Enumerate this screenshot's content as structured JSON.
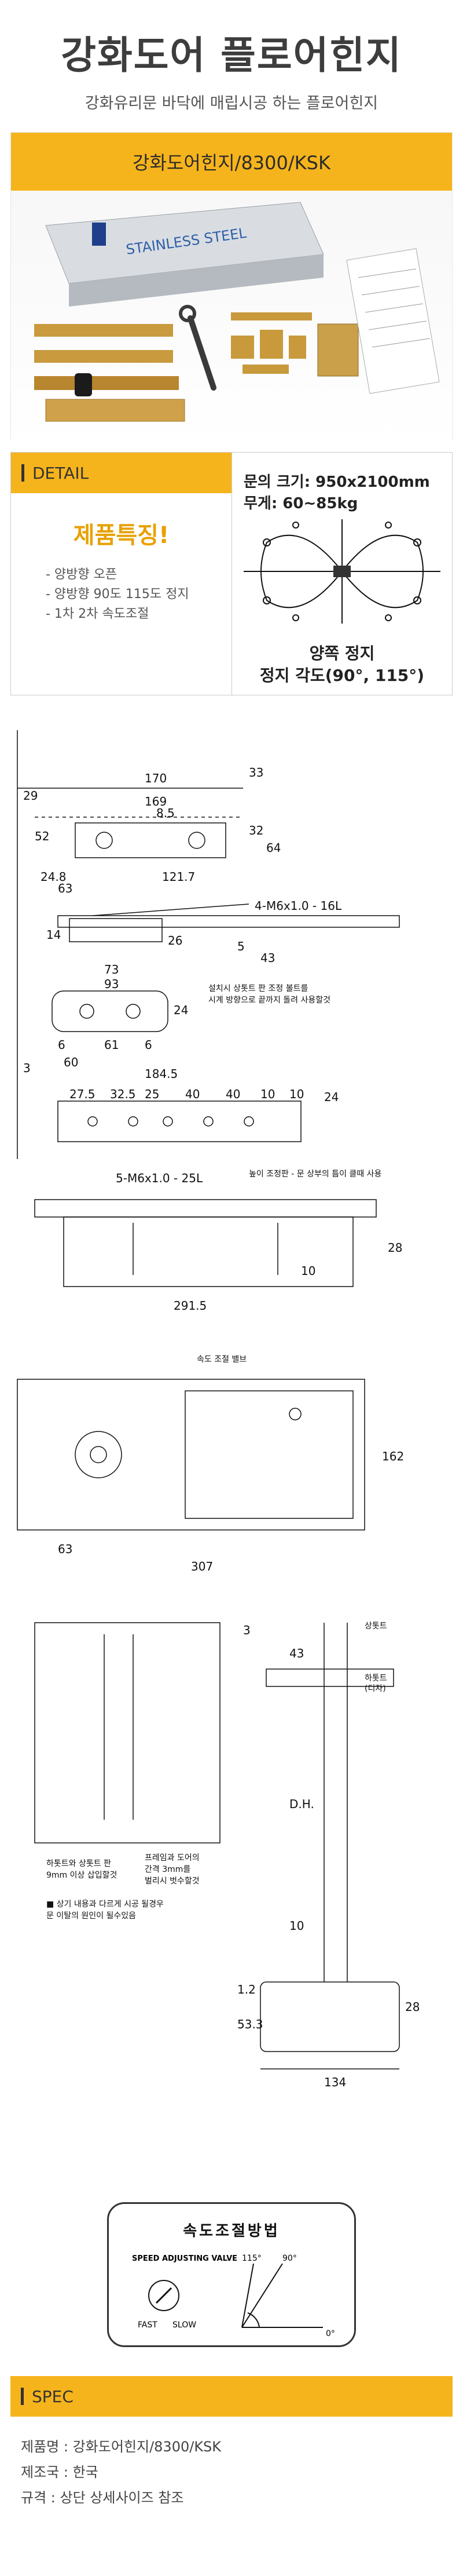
{
  "header": {
    "title": "강화도어 플로어힌지",
    "subtitle": "강화유리문 바닥에 매립시공 하는 플로어힌지"
  },
  "product": {
    "band_label": "강화도어힌지/8300/KSK",
    "stainless_text": "STAINLESS STEEL"
  },
  "detail": {
    "heading": "DETAIL",
    "features_title": "제품특징!",
    "features": [
      "- 양방향 오픈",
      "- 양방향 90도 115도 정지",
      "- 1차 2차 속도조절"
    ],
    "door_size": "문의 크기: 950x2100mm",
    "weight": "무게: 60~85kg",
    "stop_caption_1": "양쪽 정지",
    "stop_caption_2": "정지 각도(90°, 115°)"
  },
  "drawing": {
    "dims_top": [
      "33",
      "170",
      "29",
      "169",
      "8.5",
      "52",
      "32",
      "64",
      "24.8",
      "121.7",
      "63"
    ],
    "bolt_label_1": "4-M6x1.0 - 16L",
    "dims_mid": [
      "26",
      "5",
      "43",
      "14",
      "73",
      "93",
      "24",
      "6",
      "61",
      "6",
      "60",
      "3"
    ],
    "note_1a": "설치시 상톳트 판 조정 볼트를",
    "note_1b": "시계 방향으로 끝까지 돌려 사용할것",
    "dims_plate": [
      "184.5",
      "27.5",
      "32.5",
      "25",
      "40",
      "40",
      "10",
      "10",
      "24"
    ],
    "bolt_label_2": "5-M6x1.0 - 25L",
    "note_2": "높이 조정판 - 문 상부의 틈이 클때 사용",
    "dims_body": [
      "28",
      "10",
      "291.5"
    ],
    "speed_valve_label": "속도 조절 밸브",
    "dims_bottom": [
      "162",
      "63",
      "307"
    ],
    "side_label_top": "상톳트",
    "side_label_mid": "하톳트",
    "side_label_mid2": "(디자)",
    "side_dims": [
      "43",
      "3",
      "D.H.",
      "10",
      "1.2",
      "28",
      "53.3",
      "134"
    ],
    "note_3a": "하톳트와 상톳트 판",
    "note_3b": "9mm 이상 삽입할것",
    "note_4a": "프레임과 도어의",
    "note_4b": "간격 3mm를",
    "note_4c": "벌리시 벗수할것",
    "warning_a": "■ 상기 내용과 다르게 시공 될경우",
    "warning_b": "문 이탈의 원인이 될수있음"
  },
  "speed_card": {
    "title": "속도조절방법",
    "valve_label": "SPEED ADJUSTING VALVE",
    "fast": "FAST",
    "slow": "SLOW",
    "angle_115": "115°",
    "angle_90": "90°",
    "angle_0": "0°"
  },
  "spec": {
    "heading": "SPEC",
    "lines": [
      "제품명 : 강화도어힌지/8300/KSK",
      "제조국 : 한국",
      "규격 : 상단 상세사이즈 참조"
    ]
  }
}
